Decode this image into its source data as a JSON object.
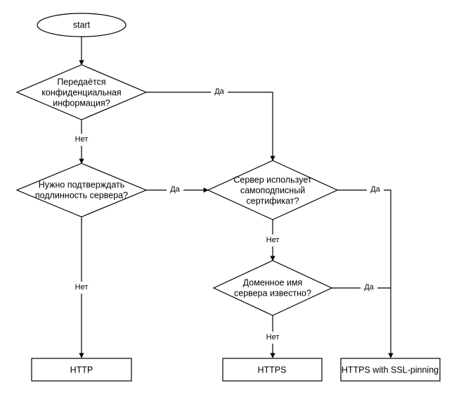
{
  "diagram": {
    "title": "HTTP / HTTPS protocol decision flowchart",
    "background_color": "#ffffff",
    "line_color": "#000000",
    "text_color": "#000000",
    "nodes": {
      "start": {
        "type": "terminator-ellipse",
        "label": "start"
      },
      "decision_confidential": {
        "type": "decision-diamond",
        "label_line1": "Передаётся",
        "label_line2": "конфиденциальная",
        "label_line3": "информация?"
      },
      "decision_authenticity": {
        "type": "decision-diamond",
        "label_line1": "Нужно подтверждать",
        "label_line2": "подлинность сервера?"
      },
      "decision_selfsigned": {
        "type": "decision-diamond",
        "label_line1": "Сервер использует",
        "label_line2": "самоподписный",
        "label_line3": "сертификат?"
      },
      "decision_domain": {
        "type": "decision-diamond",
        "label_line1": "Доменное имя",
        "label_line2": "сервера известно?"
      },
      "result_http": {
        "type": "process-box",
        "label": "HTTP"
      },
      "result_https": {
        "type": "process-box",
        "label": "HTTPS"
      },
      "result_https_pinning": {
        "type": "process-box",
        "label": "HTTPS with SSL-pinning"
      }
    },
    "edges": {
      "start_to_confidential": {
        "label": ""
      },
      "confidential_yes": {
        "label": "Да"
      },
      "confidential_no": {
        "label": "Нет"
      },
      "authenticity_yes": {
        "label": "Да"
      },
      "authenticity_no": {
        "label": "Нет"
      },
      "selfsigned_yes": {
        "label": "Да"
      },
      "selfsigned_no": {
        "label": "Нет"
      },
      "domain_yes": {
        "label": "Да"
      },
      "domain_no": {
        "label": "Нет"
      }
    }
  }
}
